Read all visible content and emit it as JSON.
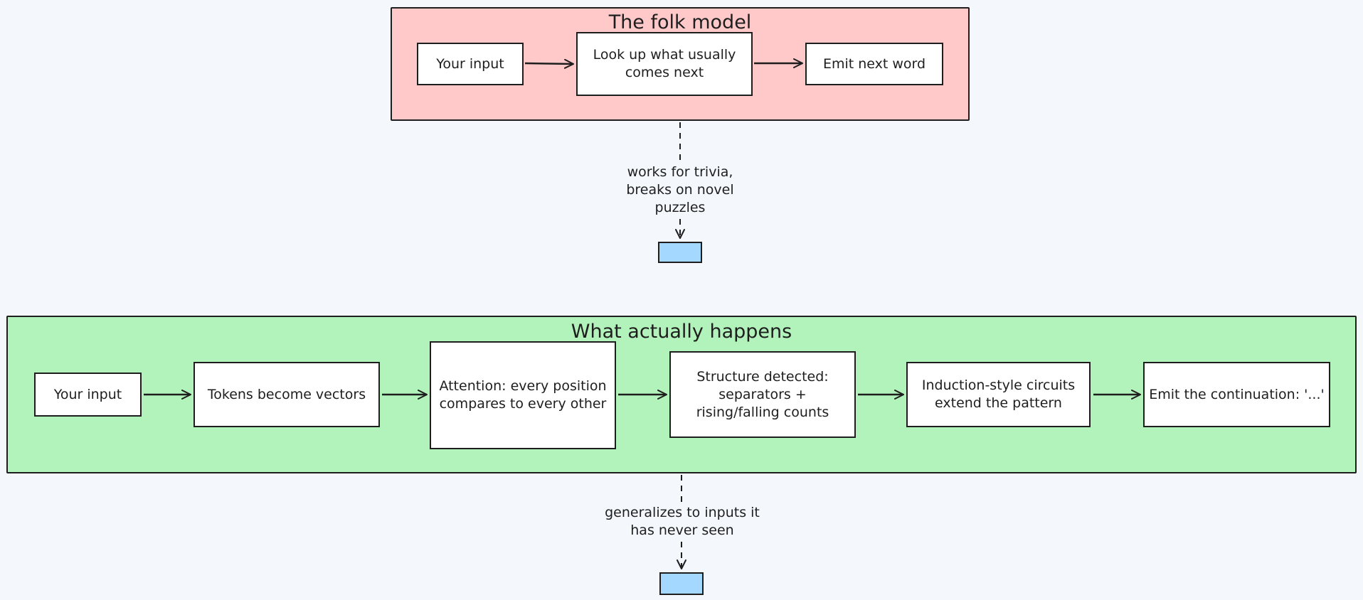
{
  "colors": {
    "background": "#f4f8fd",
    "folk_group_fill": "#ffc9c9",
    "actual_group_fill": "#b2f2bb",
    "node_fill": "#ffffff",
    "terminal_fill": "#a5d8ff",
    "stroke": "#1e1e1e"
  },
  "folk_model": {
    "title": "The folk model",
    "nodes": [
      {
        "label": "Your input"
      },
      {
        "label": "Look up what usually comes next"
      },
      {
        "label": "Emit next word"
      }
    ],
    "outcome_label": "works for trivia, breaks on novel puzzles"
  },
  "actual": {
    "title": "What actually happens",
    "nodes": [
      {
        "label": "Your input"
      },
      {
        "label": "Tokens become vectors"
      },
      {
        "label": "Attention: every position compares to every other"
      },
      {
        "label": "Structure detected: separators + rising/falling counts"
      },
      {
        "label": "Induction-style circuits extend the pattern"
      },
      {
        "label": "Emit the continuation: '...'"
      }
    ],
    "outcome_label": "generalizes to inputs it has never seen"
  }
}
